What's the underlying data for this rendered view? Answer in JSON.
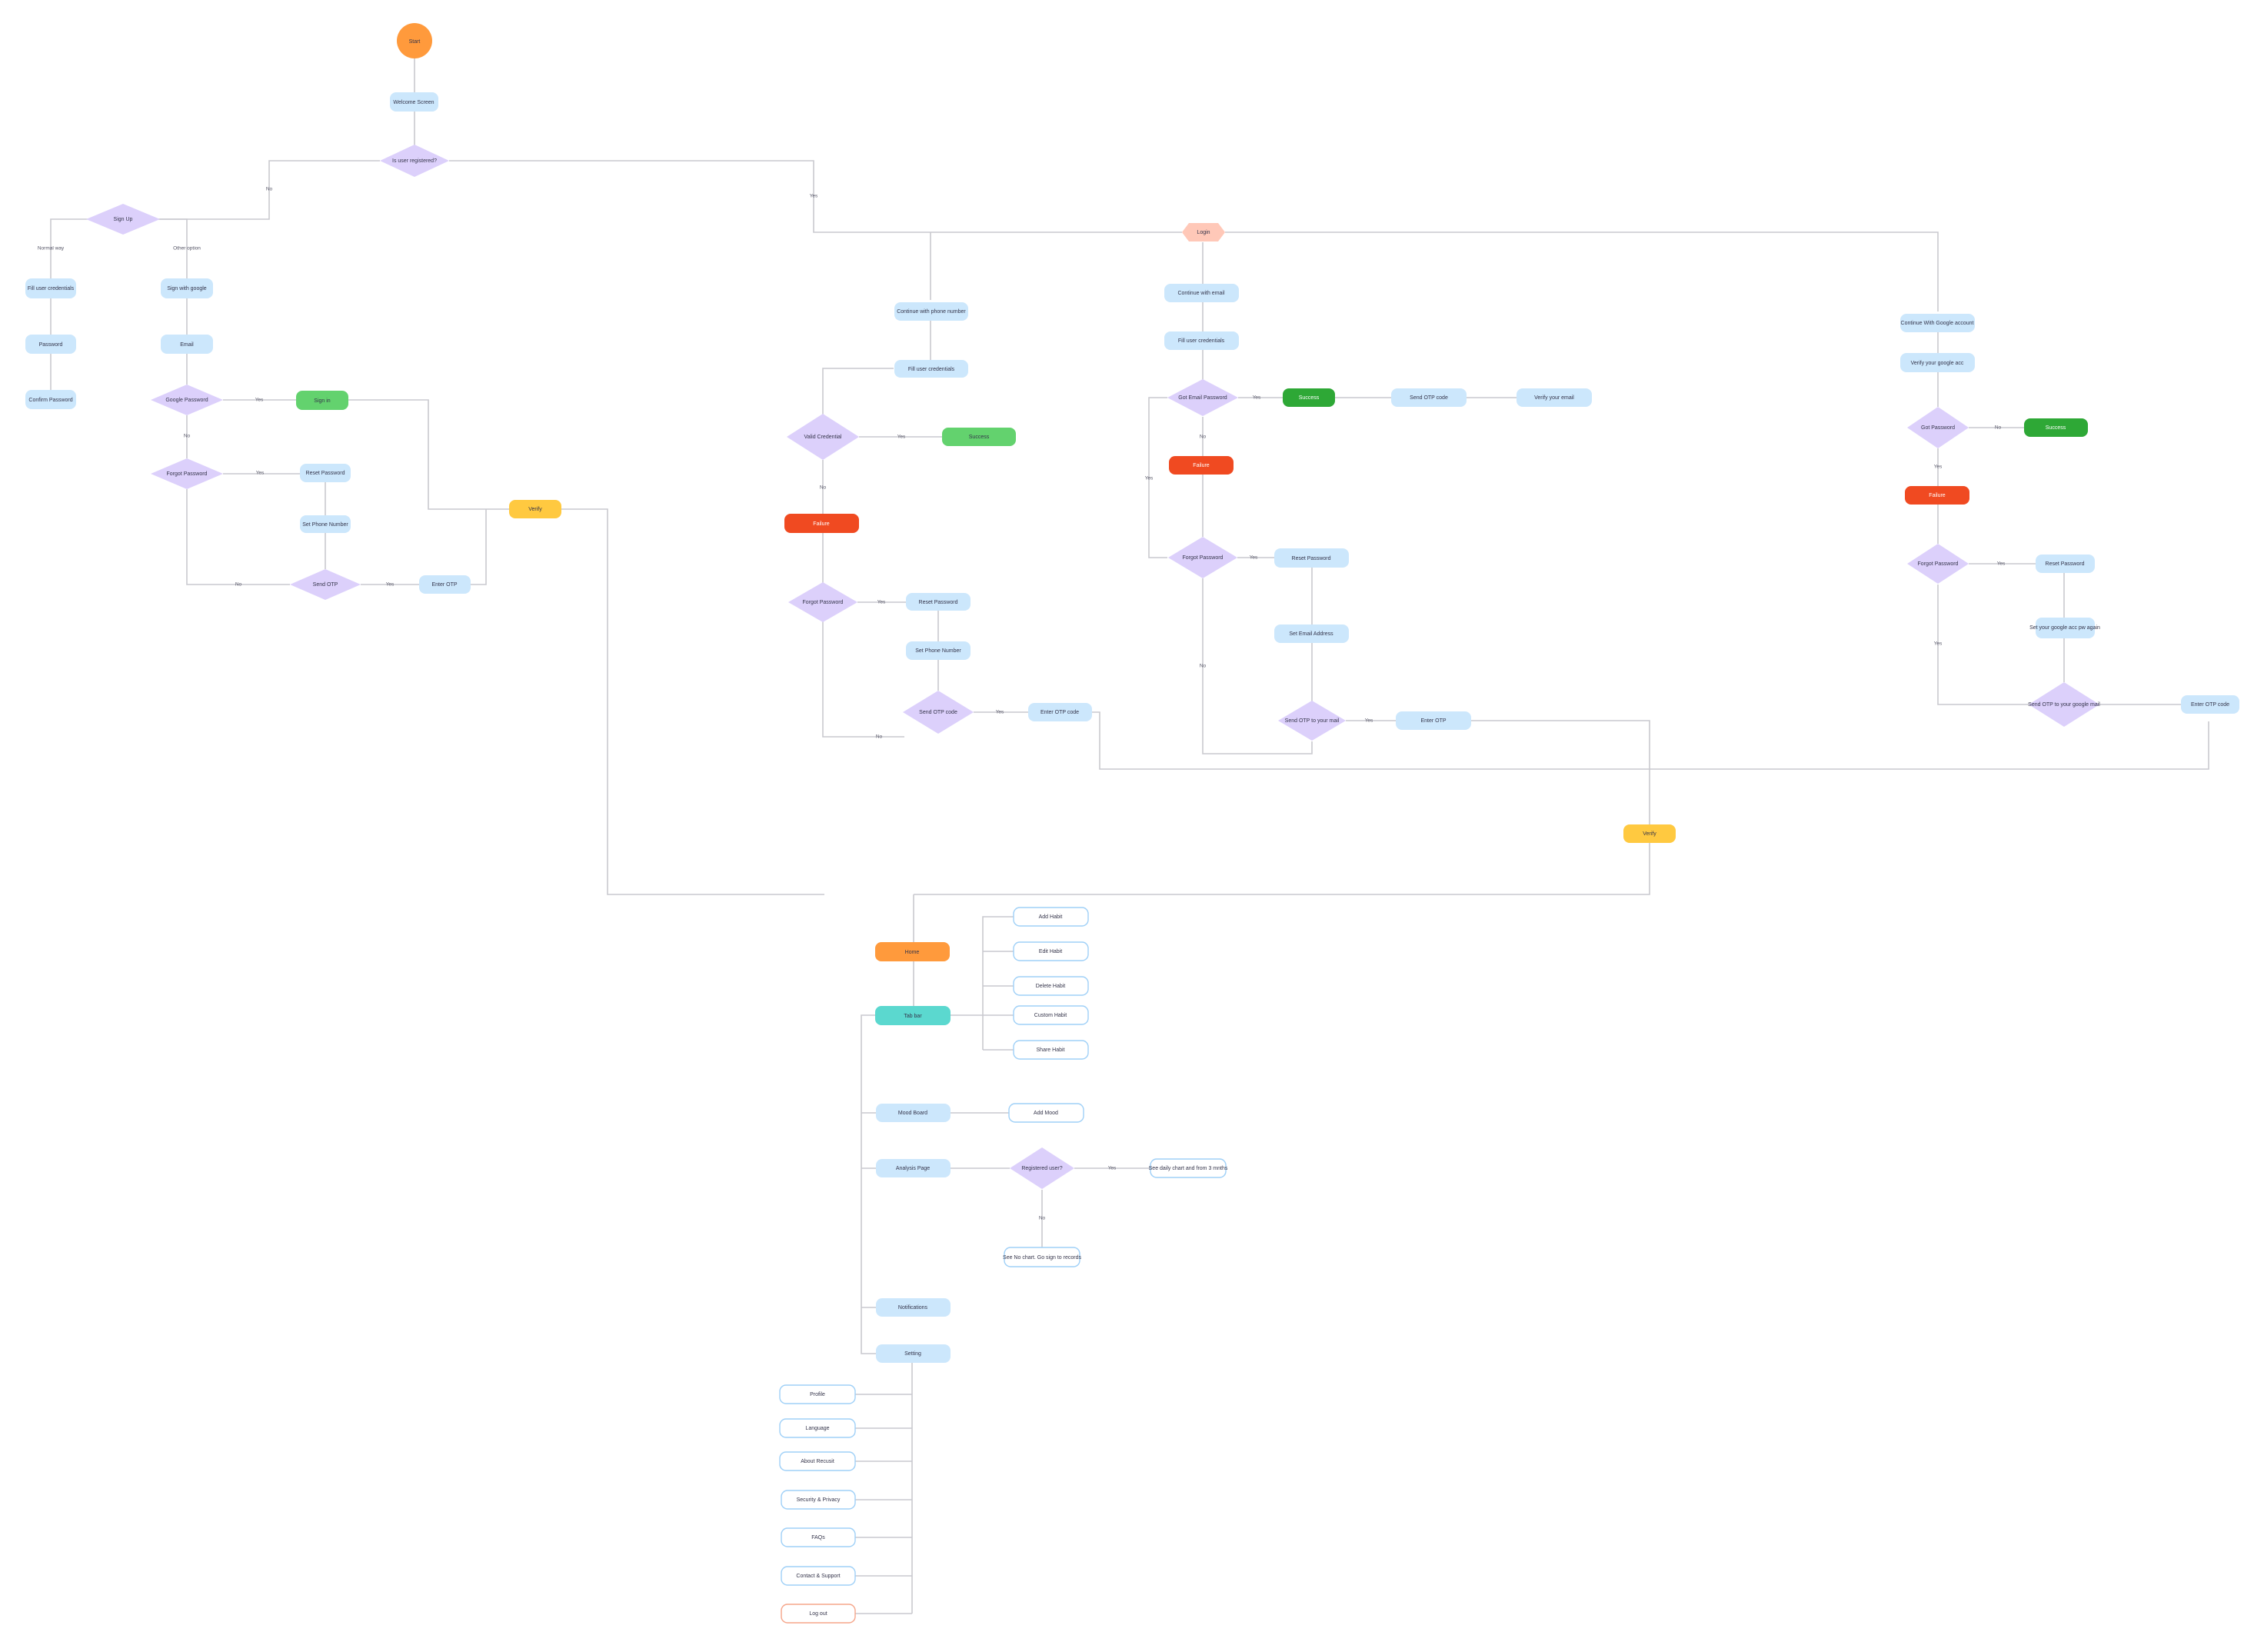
{
  "colors": {
    "start": "#ff9a3c",
    "process": "#cce7fc",
    "decision": "#dcd0fb",
    "success_light": "#63d26e",
    "success_dark": "#2ea836",
    "failure": "#f04a21",
    "verify": "#ffc940",
    "login": "#ffc8b8",
    "homepage": "#ff9a3c",
    "tab_bar": "#5bd8cf",
    "outline": "#9fd0f7",
    "logout_outline": "#f5a58a",
    "line": "#c9c9cf"
  },
  "nodes": {
    "start": "Start",
    "welcome": "Welcome Screen",
    "is_registered": "Is user registered?",
    "sign_up": "Sign Up",
    "su_fill_credentials": "Fill user credentials",
    "su_password": "Password",
    "su_confirm_password": "Confirm Password",
    "su_sign_google": "Sign with google",
    "su_email": "Email",
    "su_google_password": "Google Password",
    "su_sign_in": "Sign in",
    "su_forgot": "Forgot Password",
    "su_reset": "Reset Password",
    "su_set_phone": "Set Phone Number",
    "su_send_otp": "Send OTP",
    "su_enter_otp": "Enter OTP",
    "verify_left": "Verify",
    "login": "Login",
    "ph_continue": "Continue with phone number",
    "ph_fill": "Fill user credentials",
    "ph_valid": "Valid Credential",
    "ph_success": "Success",
    "ph_failure": "Failure",
    "ph_forgot": "Forgot Password",
    "ph_reset": "Reset Password",
    "ph_set_phone": "Set Phone Number",
    "ph_send_otp": "Send OTP code",
    "ph_enter_otp": "Enter OTP code",
    "em_continue": "Continue with email",
    "em_fill": "Fill user credentials",
    "em_got_password": "Got Email Password",
    "em_success": "Success",
    "em_send_otp": "Send OTP code",
    "em_verify_email": "Verify your email",
    "em_failure": "Failure",
    "em_forgot": "Forgot Password",
    "em_reset": "Reset Password",
    "em_set_email": "Set Email Address",
    "em_send_otp_mail": "Send OTP to your mail",
    "em_enter_otp": "Enter OTP",
    "gg_continue": "Continue With Google account",
    "gg_verify": "Verify your google acc",
    "gg_got_password": "Got Password",
    "gg_success": "Success",
    "gg_failure": "Failure",
    "gg_forgot": "Forgot Password",
    "gg_reset": "Reset Password",
    "gg_set_mail": "Set your google acc pw again",
    "gg_send_otp": "Send OTP to your google mail",
    "gg_enter_otp": "Enter OTP code",
    "verify_right": "Verify",
    "homepage": "Home",
    "tab_bar": "Tab bar",
    "add_habit": "Add Habit",
    "edit_habit": "Edit Habit",
    "delete_habit": "Delete Habit",
    "custom_habit": "Custom Habit",
    "share_habit": "Share Habit",
    "mood_board": "Mood Board",
    "add_mood": "Add Mood",
    "analysis_page": "Analysis Page",
    "registered_user": "Registered user?",
    "see_charts": "See daily chart and from 3 mnths",
    "see_no_chart": "See No chart. Go sign to records",
    "notifications": "Notifications",
    "setting": "Setting",
    "profile": "Profile",
    "language": "Language",
    "about": "About Recusit",
    "security": "Security & Privacy",
    "faqs": "FAQs",
    "contact": "Contact & Support",
    "log_out": "Log out"
  },
  "edge_labels": {
    "no": "No",
    "yes": "Yes",
    "normal_way": "Normal way",
    "other_option": "Other option"
  }
}
